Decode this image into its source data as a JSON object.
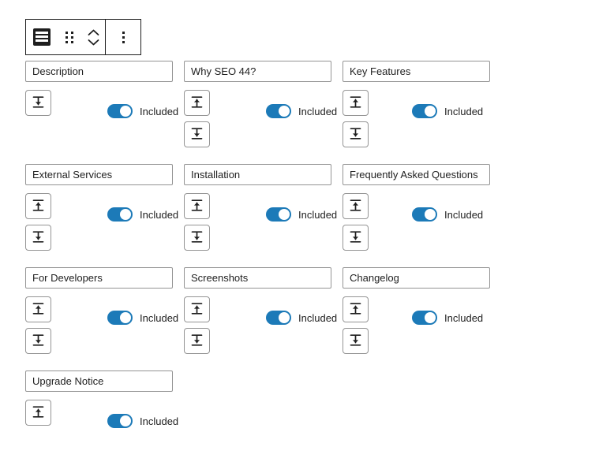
{
  "toolbar": {
    "block_type_icon": "block-details-icon",
    "drag_handle_icon": "drag-handle-icon",
    "movers_icon": "up-down-chevrons-icon",
    "options_icon": "vertical-ellipsis-icon"
  },
  "toggle": {
    "label": "Included",
    "state": "on",
    "accent_color": "#1c7ab8"
  },
  "icons": {
    "move_up": "move-up-to-top-icon",
    "move_down": "move-down-to-bottom-icon"
  },
  "sections": [
    {
      "title": "Description",
      "move_up": false,
      "move_down": true,
      "toggle_label": "Included"
    },
    {
      "title": "Why SEO 44?",
      "move_up": true,
      "move_down": true,
      "toggle_label": "Included"
    },
    {
      "title": "Key Features",
      "move_up": true,
      "move_down": true,
      "toggle_label": "Included"
    },
    {
      "title": "External Services",
      "move_up": true,
      "move_down": true,
      "toggle_label": "Included"
    },
    {
      "title": "Installation",
      "move_up": true,
      "move_down": true,
      "toggle_label": "Included"
    },
    {
      "title": "Frequently Asked Questions",
      "move_up": true,
      "move_down": true,
      "toggle_label": "Included"
    },
    {
      "title": "For Developers",
      "move_up": true,
      "move_down": true,
      "toggle_label": "Included"
    },
    {
      "title": "Screenshots",
      "move_up": true,
      "move_down": true,
      "toggle_label": "Included"
    },
    {
      "title": "Changelog",
      "move_up": true,
      "move_down": true,
      "toggle_label": "Included"
    },
    {
      "title": "Upgrade Notice",
      "move_up": true,
      "move_down": false,
      "toggle_label": "Included"
    }
  ]
}
